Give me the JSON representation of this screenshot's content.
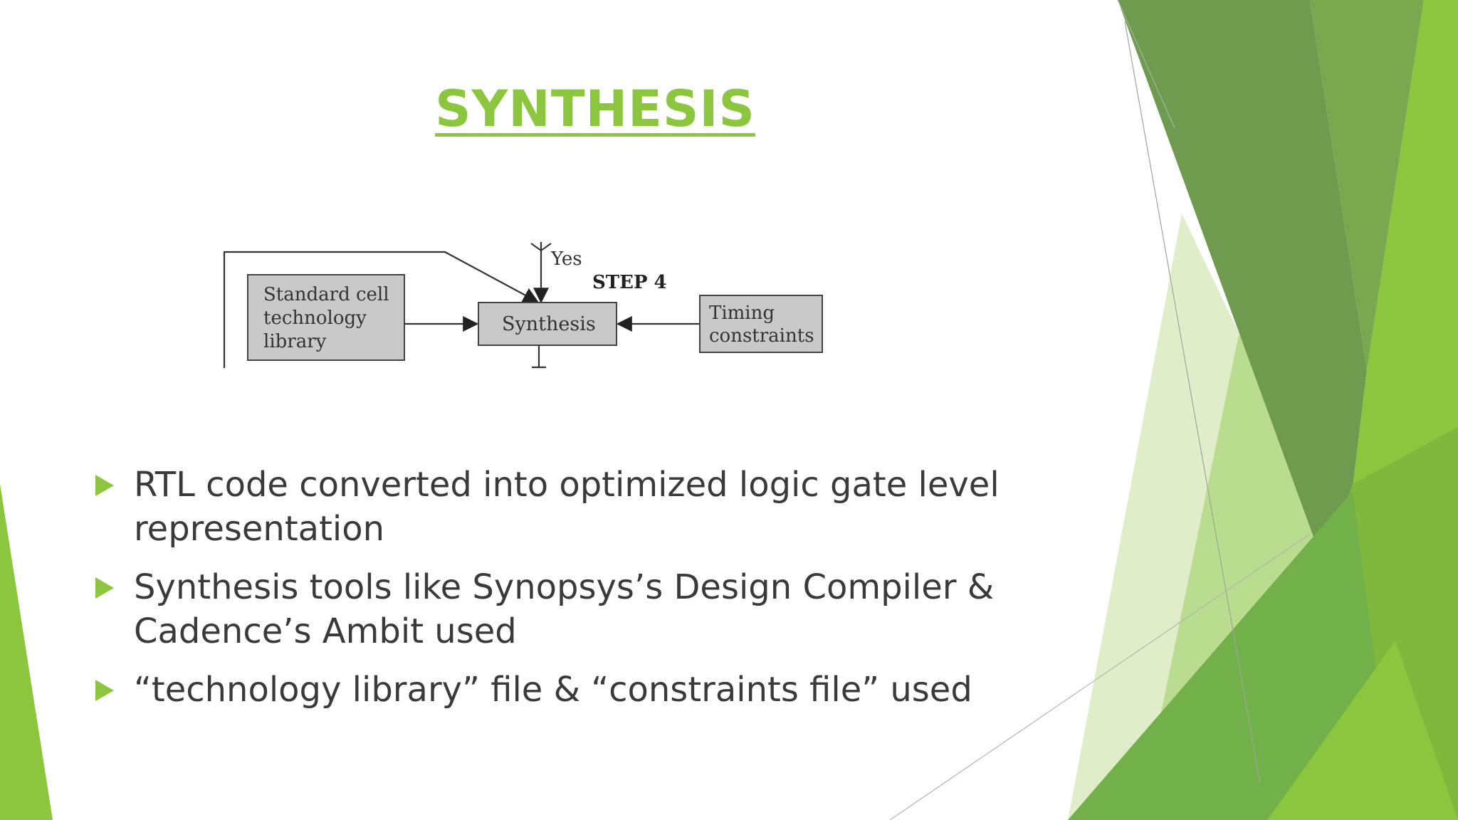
{
  "slide": {
    "title": "SYNTHESIS",
    "accent_color": "#8cc63e"
  },
  "diagram": {
    "left_box": [
      "Standard cell",
      "technology",
      "library"
    ],
    "center_box": "Synthesis",
    "right_box": [
      "Timing",
      "constraints"
    ],
    "yes_label": "Yes",
    "step_label": "STEP 4"
  },
  "bullets": [
    {
      "lines": [
        "RTL code converted into optimized logic gate level",
        "representation"
      ]
    },
    {
      "lines": [
        "Synthesis tools like Synopsys’s Design Compiler &",
        "Cadence’s Ambit used"
      ]
    },
    {
      "lines": [
        "“technology library” file & “constraints file” used"
      ]
    }
  ]
}
